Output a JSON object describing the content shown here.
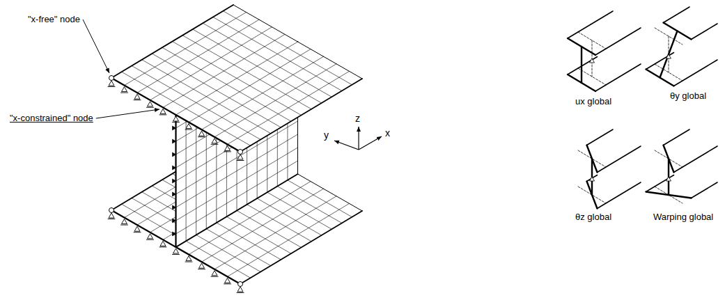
{
  "diagram": {
    "labels": [
      "\"x-free\" node",
      "\"x-constrained\" node",
      "z",
      "y",
      "x",
      "ux global",
      "θy global",
      "θz global",
      "Warping global"
    ]
  }
}
